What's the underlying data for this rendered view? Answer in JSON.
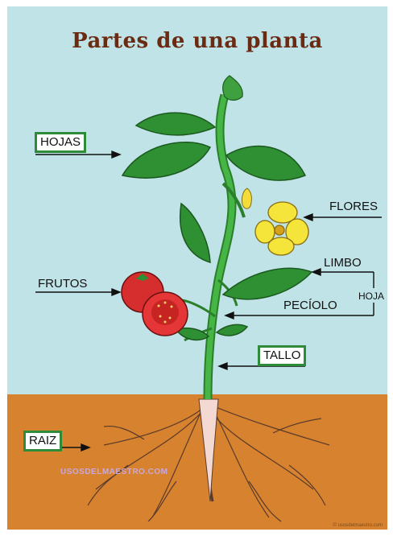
{
  "title": "Partes de una planta",
  "labels": {
    "hojas": "HOJAS",
    "flores": "FLORES",
    "limbo": "LIMBO",
    "hoja": "HOJA",
    "peciolo": "PECÍOLO",
    "frutos": "FRUTOS",
    "tallo": "TALLO",
    "raiz": "RAIZ"
  },
  "watermark": "USOSDELMAESTRO.COM",
  "credit": "© usosdelmaestro.com",
  "colors": {
    "sky": "#bfe3e6",
    "soil": "#d7822f",
    "title": "#6b2a12",
    "box_border": "#2e8b3a",
    "leaf": "#2f8f33",
    "stem": "#3aa53a",
    "fruit": "#d62e2e",
    "flower": "#f5e53a",
    "root": "#f3d9d2"
  }
}
